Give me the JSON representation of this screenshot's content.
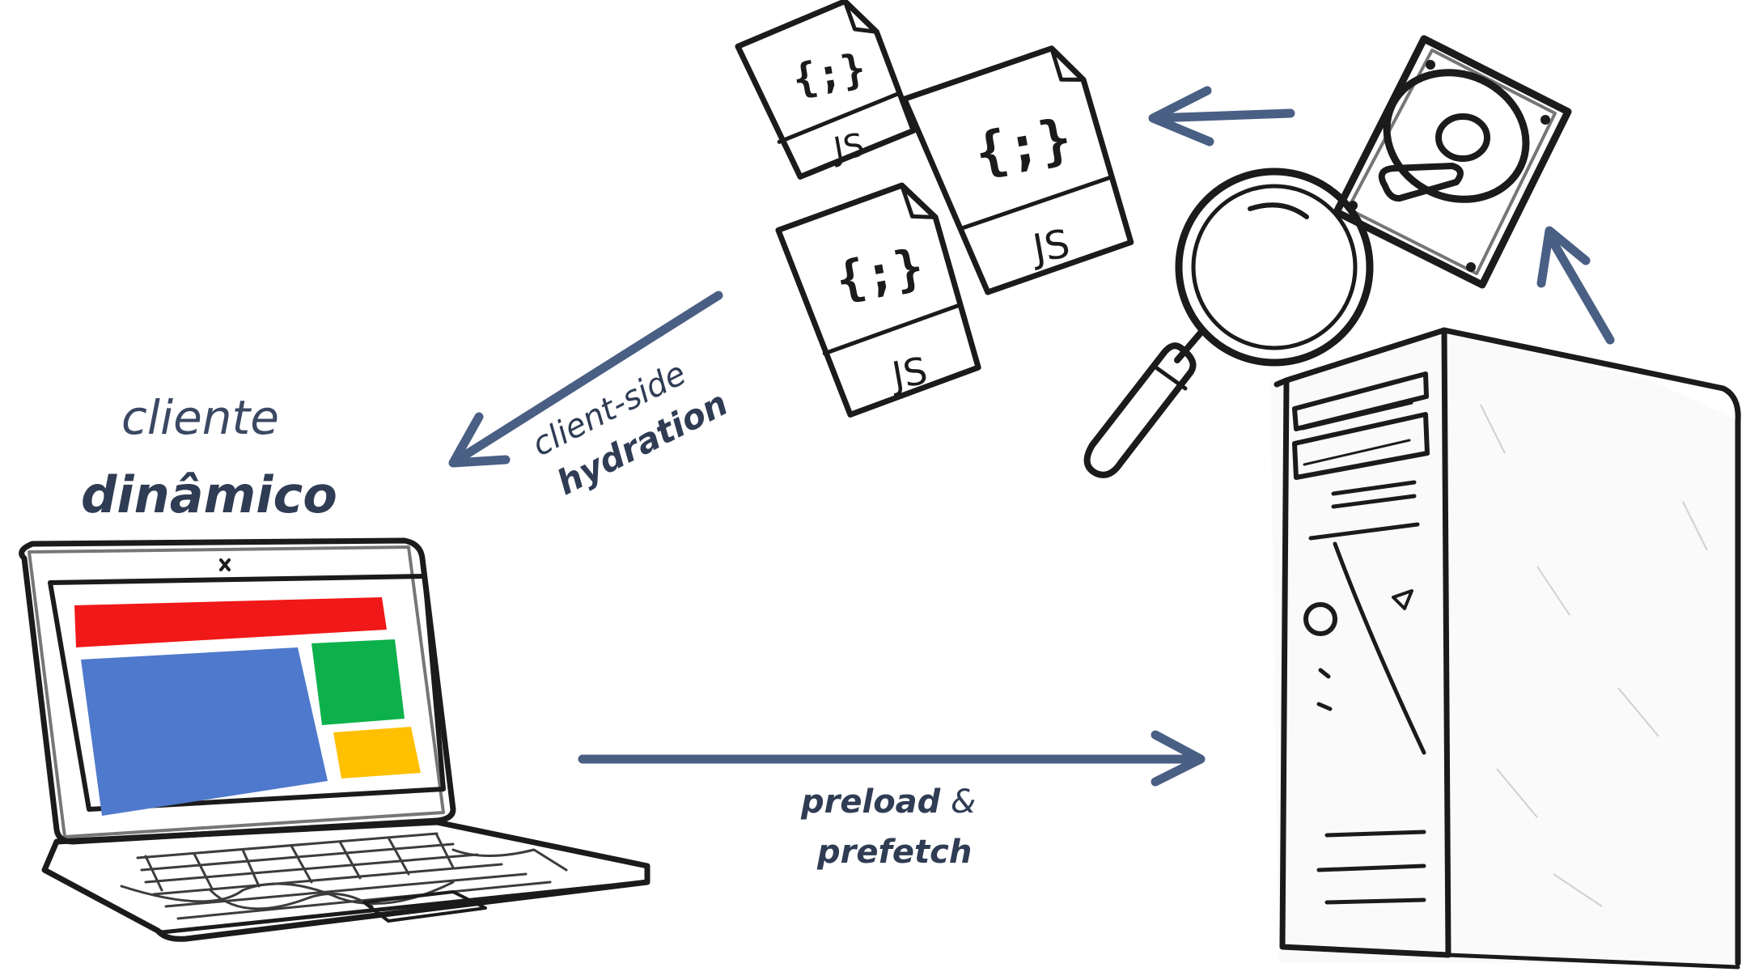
{
  "client_label": {
    "line1": "cliente",
    "line2": "dinâmico"
  },
  "hydration_label": {
    "line1": "client-side",
    "line2": "hydration"
  },
  "preload_label": {
    "word1": "preload",
    "amp": "&",
    "word2": "prefetch"
  },
  "js_file_label": "JS",
  "js_braces": "{;}",
  "colors": {
    "arrow": "#4a5f84",
    "text": "#2f3c54",
    "screen_header": "#f01818",
    "screen_main": "#4f79cc",
    "screen_side": "#0cb14b",
    "screen_small": "#ffc000"
  }
}
